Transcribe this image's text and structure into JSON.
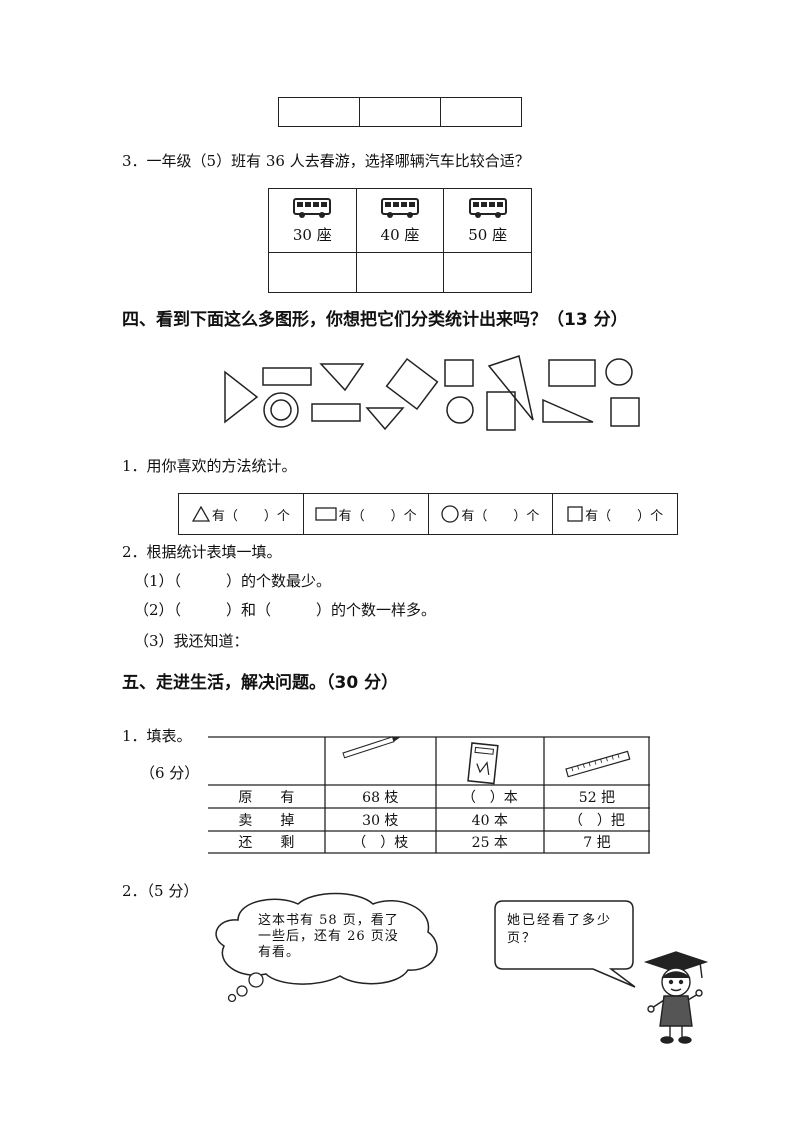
{
  "q3": {
    "text": "3．一年级（5）班有 36 人去春游，选择哪辆汽车比较合适？",
    "buses": [
      {
        "seats": "30 座"
      },
      {
        "seats": "40 座"
      },
      {
        "seats": "50 座"
      }
    ]
  },
  "section4": {
    "title": "四、看到下面这么多图形，你想把它们分类统计出来吗？（13 分）",
    "q1": "1．用你喜欢的方法统计。",
    "stat_cells": [
      {
        "prefix": "有（",
        "suffix": "）个"
      },
      {
        "prefix": "有（",
        "suffix": "）个"
      },
      {
        "prefix": "有（",
        "suffix": "）个"
      },
      {
        "prefix": "有（",
        "suffix": "）个"
      }
    ],
    "q2": "2．根据统计表填一填。",
    "sub1": "（1）（　　　）的个数最少。",
    "sub2": "（2）（　　　）和（　　　）的个数一样多。",
    "sub3": "（3）我还知道："
  },
  "section5": {
    "title": "五、走进生活，解决问题。（30 分）",
    "q1": "1．填表。",
    "q1_score": "（6 分）",
    "table": {
      "rows": [
        {
          "label": "原　　有",
          "c1": "68 枝",
          "c2": "（　）本",
          "c3": "52 把"
        },
        {
          "label": "卖　　掉",
          "c1": "30 枝",
          "c2": "40 本",
          "c3": "（　）把"
        },
        {
          "label": "还　　剩",
          "c1": "（　）枝",
          "c2": "25 本",
          "c3": "7 把"
        }
      ]
    },
    "q2": "2．（5 分）",
    "bubble1": "这本书有 58 页，看了一些后，还有 26 页没有看。",
    "bubble2": "她已经看了多少页？"
  }
}
